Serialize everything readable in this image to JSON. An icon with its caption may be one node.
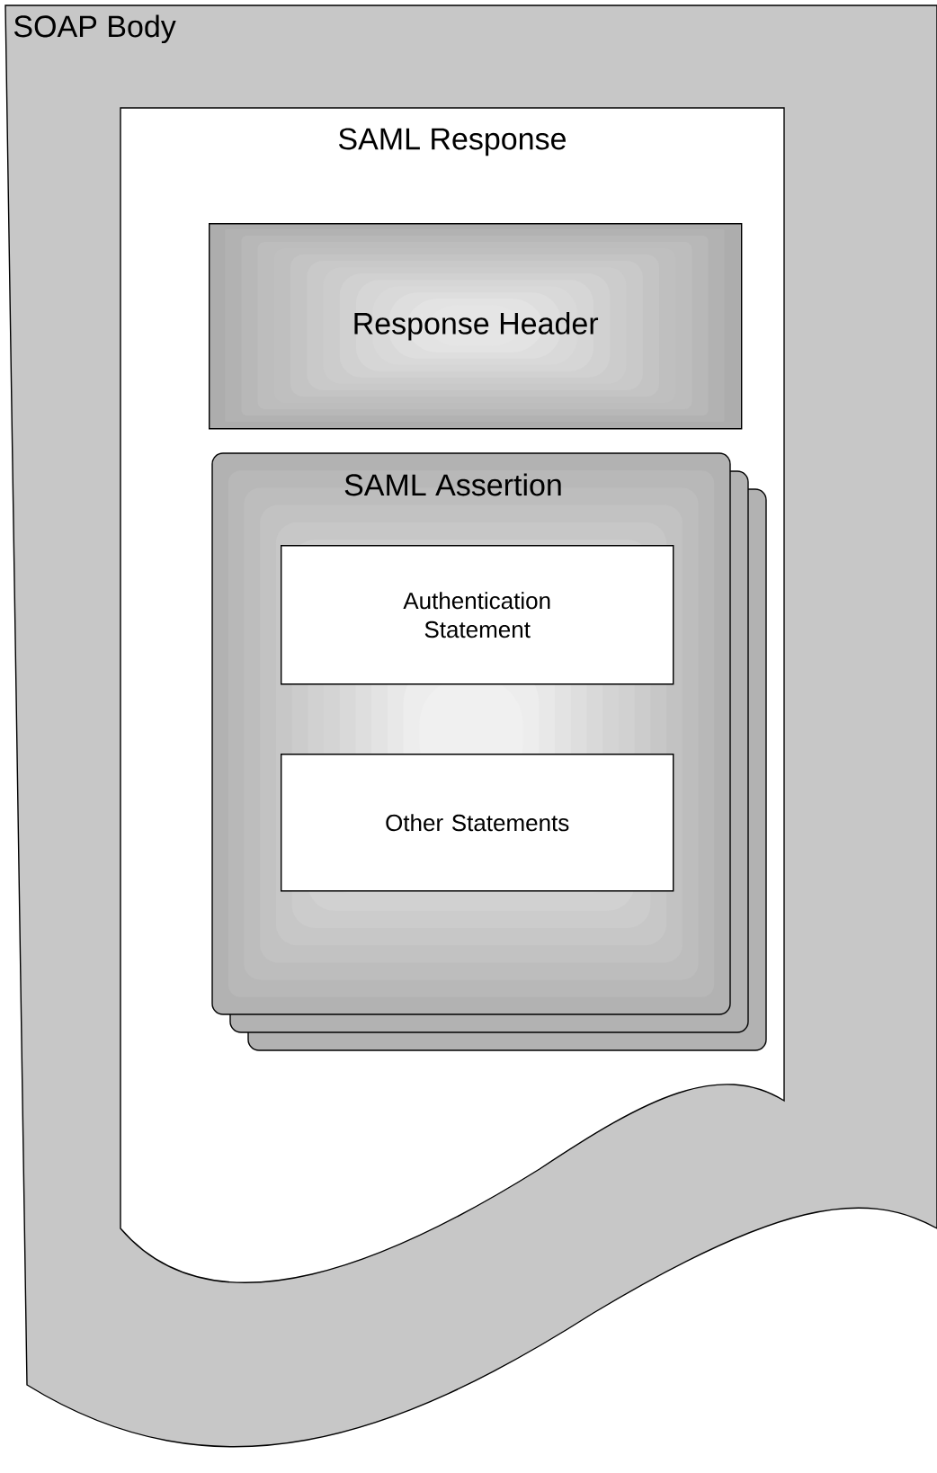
{
  "diagram": {
    "nodes": [
      {
        "text": [
          "SOAP Body"
        ]
      },
      {
        "text": [
          "SAML Response"
        ],
        "in": 0
      },
      {
        "text": [
          "Response Header"
        ],
        "in": 1
      },
      {
        "text": [
          "SAML Assertion"
        ],
        "in": 1
      },
      {
        "text": [
          "Authentication Statement"
        ],
        "in": 3
      },
      {
        "text": [
          "Other Statements"
        ],
        "in": 3
      }
    ]
  }
}
